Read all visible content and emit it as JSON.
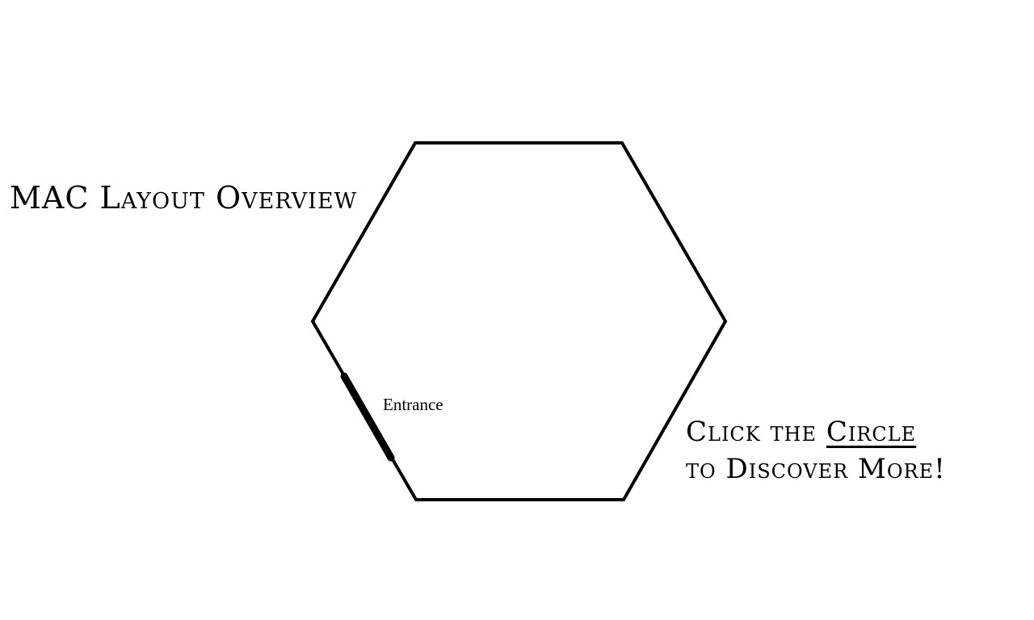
{
  "title": "MAC Layout Overview",
  "cta": {
    "prefix": "Click the ",
    "link_label": "Circle",
    "suffix": "to Discover More!"
  },
  "floor_plan": {
    "shape": "hexagon",
    "entrance_label": "Entrance"
  },
  "colors": {
    "line": "#000000",
    "background": "#ffffff"
  }
}
